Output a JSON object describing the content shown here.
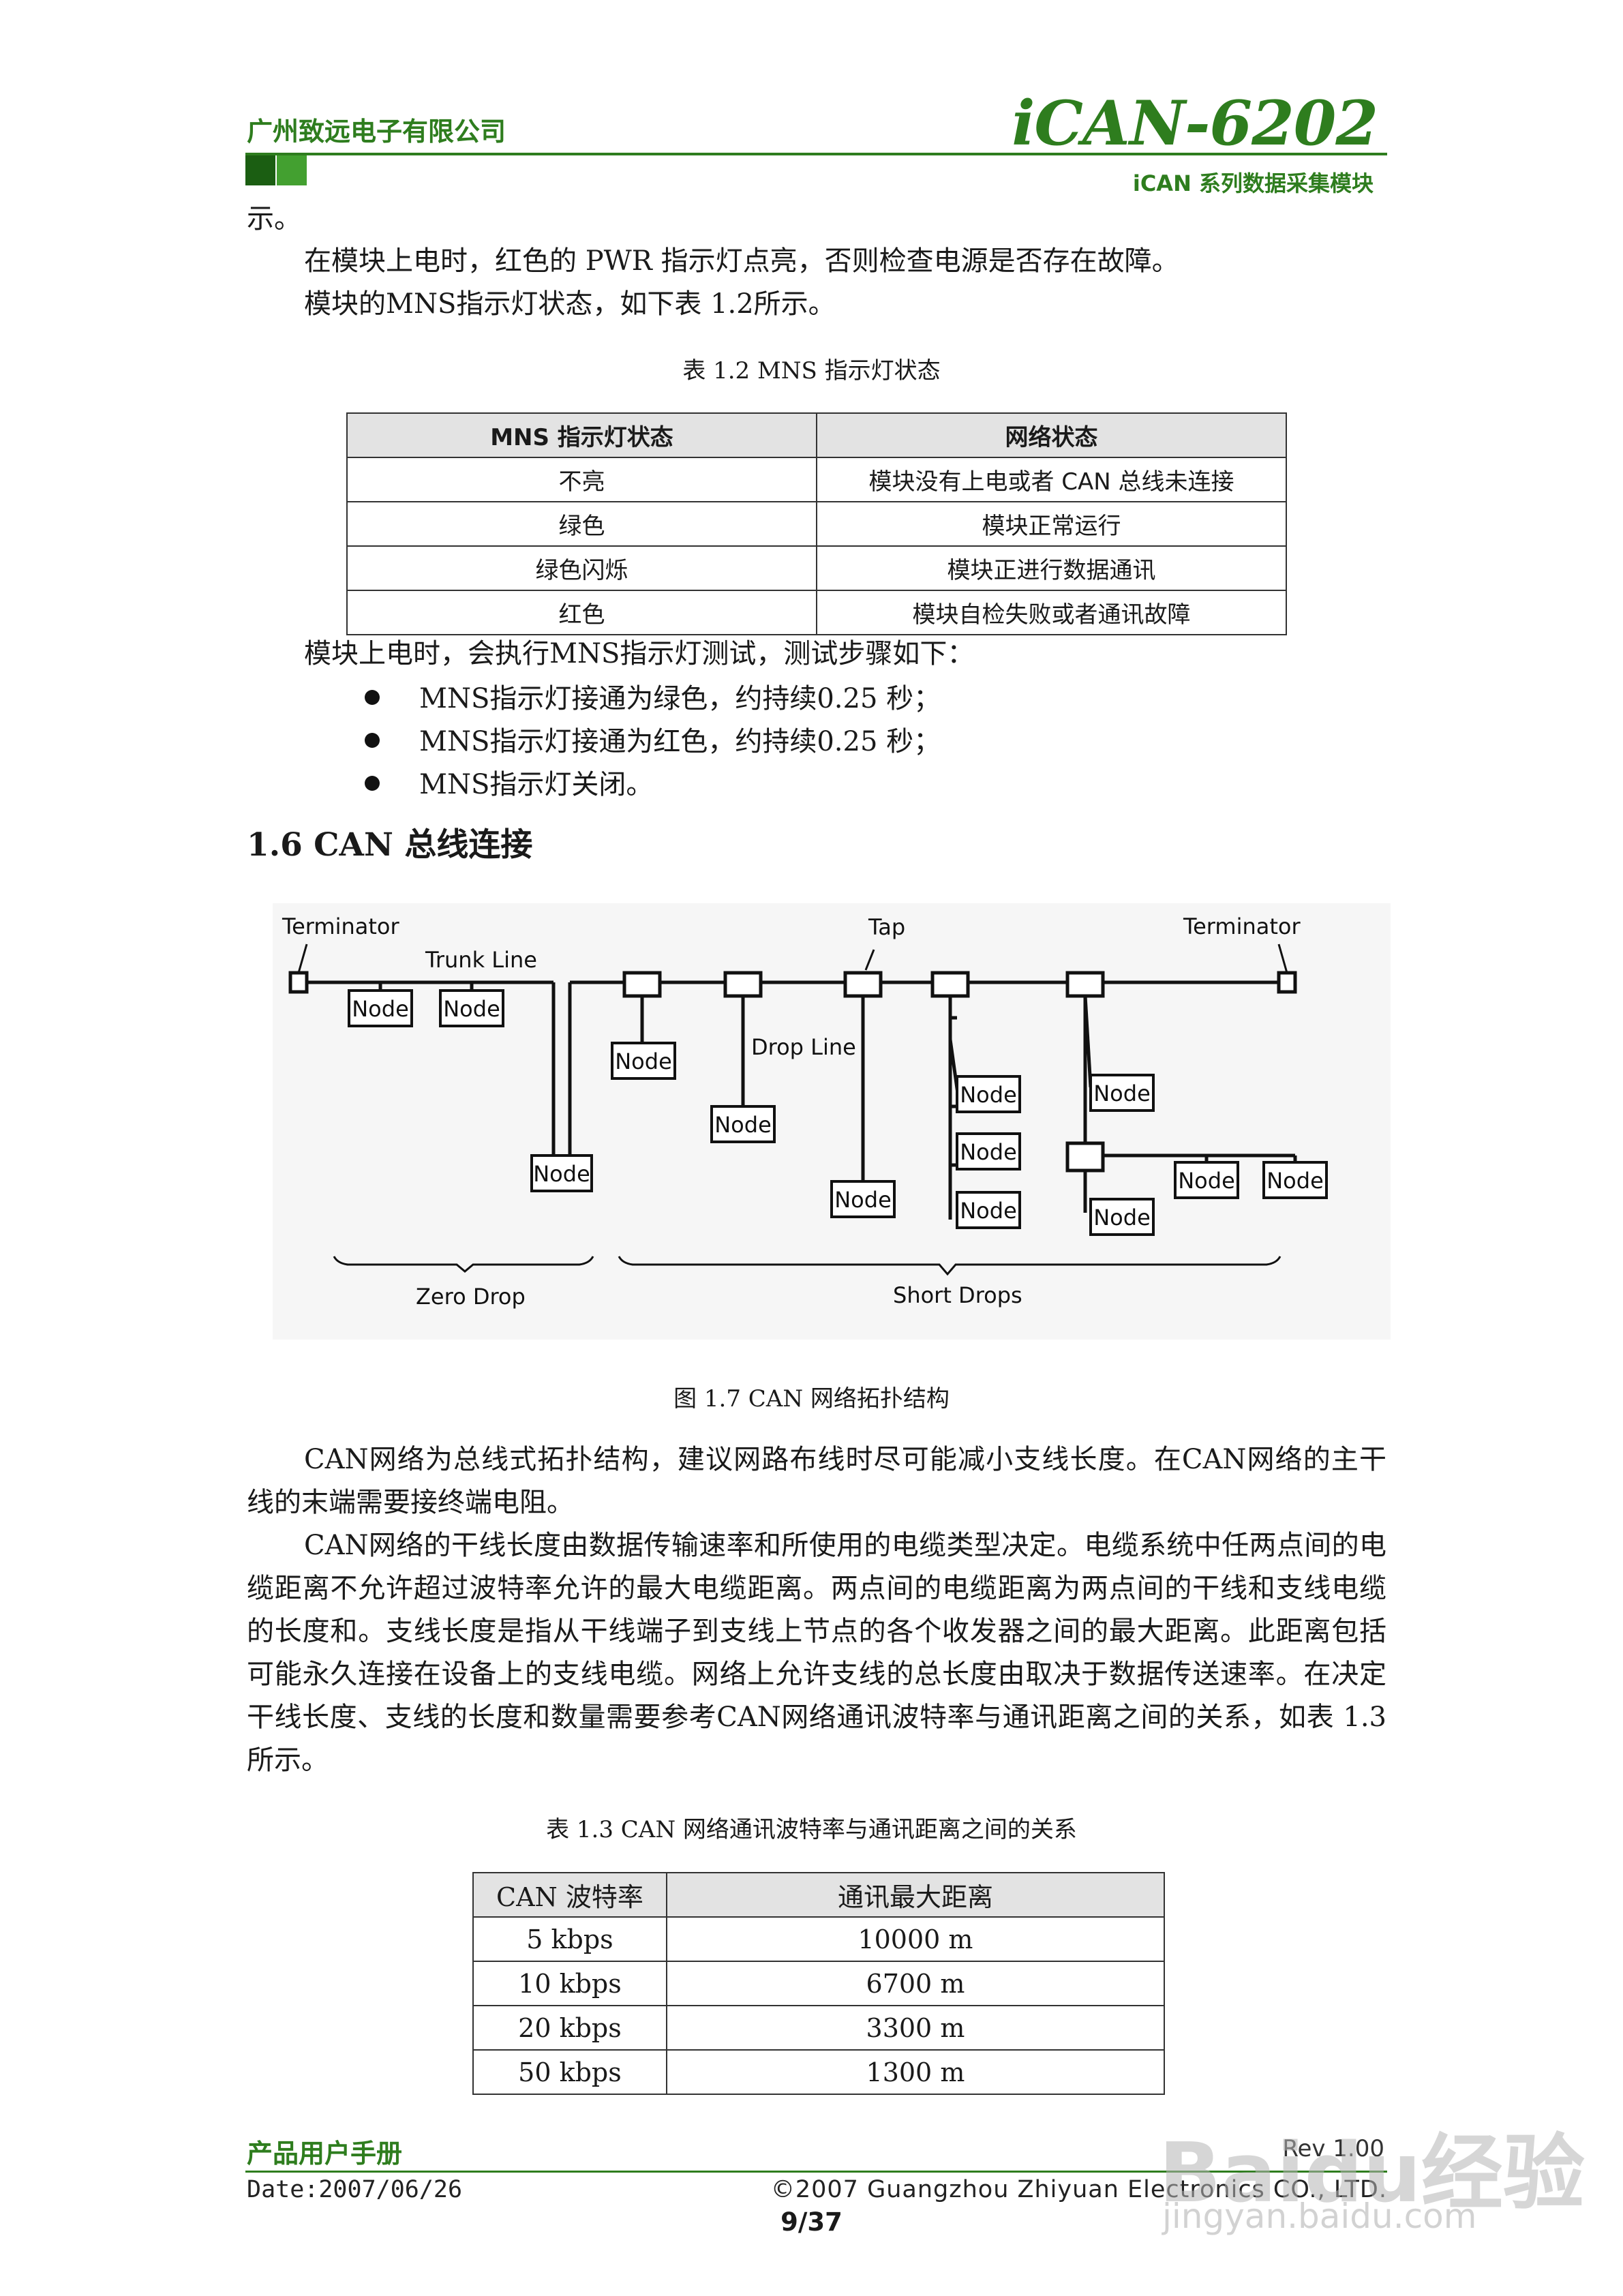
{
  "header": {
    "company": "广州致远电子有限公司",
    "product": "iCAN-6202",
    "subtitle": "iCAN 系列数据采集模块"
  },
  "intro": {
    "line0": "示。",
    "line1": "在模块上电时，红色的 PWR 指示灯点亮，否则检查电源是否存在故障。",
    "line2": "模块的MNS指示灯状态，如下表 1.2所示。"
  },
  "table12": {
    "caption": "表 1.2 MNS 指示灯状态",
    "headers": [
      "MNS 指示灯状态",
      "网络状态"
    ],
    "rows": [
      [
        "不亮",
        "模块没有上电或者 CAN 总线未连接"
      ],
      [
        "绿色",
        "模块正常运行"
      ],
      [
        "绿色闪烁",
        "模块正进行数据通讯"
      ],
      [
        "红色",
        "模块自检失败或者通讯故障"
      ]
    ]
  },
  "test": {
    "intro": "模块上电时，会执行MNS指示灯测试，测试步骤如下：",
    "steps": [
      "MNS指示灯接通为绿色，约持续0.25 秒；",
      "MNS指示灯接通为红色，约持续0.25 秒；",
      "MNS指示灯关闭。"
    ]
  },
  "section": {
    "heading": "1.6 CAN 总线连接"
  },
  "diagram": {
    "terminator_left": "Terminator",
    "terminator_right": "Terminator",
    "trunk_line": "Trunk Line",
    "tap": "Tap",
    "drop_line": "Drop Line",
    "node": "Node",
    "zero_drop": "Zero Drop",
    "short_drops": "Short Drops"
  },
  "figure_caption": "图 1.7 CAN 网络拓扑结构",
  "paragraphs": {
    "p1": "CAN网络为总线式拓扑结构，建议网路布线时尽可能减小支线长度。在CAN网络的主干线的末端需要接终端电阻。",
    "p2": "CAN网络的干线长度由数据传输速率和所使用的电缆类型决定。电缆系统中任两点间的电缆距离不允许超过波特率允许的最大电缆距离。两点间的电缆距离为两点间的干线和支线电缆的长度和。支线长度是指从干线端子到支线上节点的各个收发器之间的最大距离。此距离包括可能永久连接在设备上的支线电缆。网络上允许支线的总长度由取决于数据传送速率。在决定干线长度、支线的长度和数量需要参考CAN网络通讯波特率与通讯距离之间的关系，如表 1.3所示。"
  },
  "table13": {
    "caption": "表 1.3 CAN 网络通讯波特率与通讯距离之间的关系",
    "headers": [
      "CAN 波特率",
      "通讯最大距离"
    ],
    "rows": [
      [
        "5 kbps",
        "10000 m"
      ],
      [
        "10 kbps",
        "6700 m"
      ],
      [
        "20 kbps",
        "3300 m"
      ],
      [
        "50 kbps",
        "1300 m"
      ]
    ]
  },
  "footer": {
    "manual": "产品用户手册",
    "rev": "Rev 1.00",
    "date": "Date:2007/06/26",
    "copyright": "©2007 Guangzhou Zhiyuan Electronics CO., LTD.",
    "page": "9/37"
  },
  "watermark": {
    "logo": "Baidu经验",
    "url": "jingyan.baidu.com"
  },
  "colors": {
    "brand_green": "#2e7d1e"
  }
}
